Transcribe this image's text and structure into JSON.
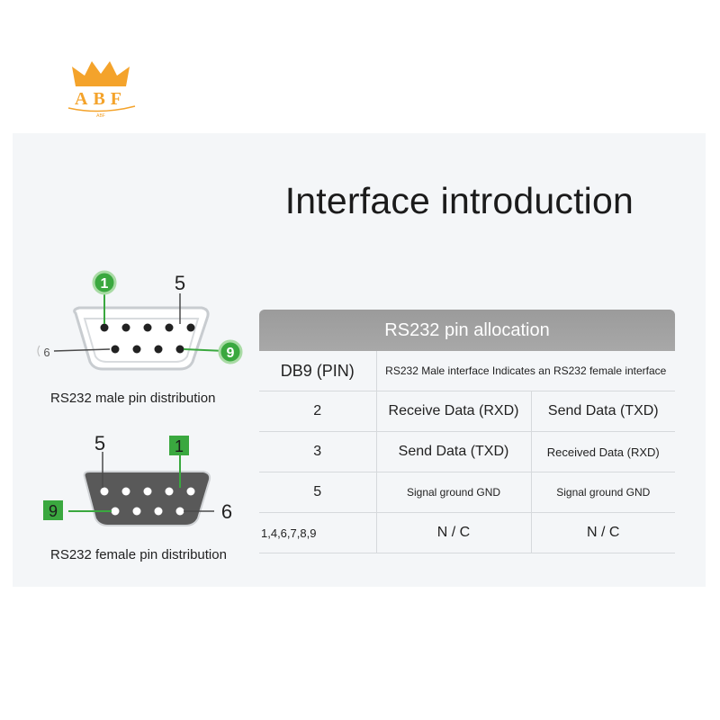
{
  "logo": {
    "text": "ABF",
    "tagline": "ABF",
    "accent": "#f4a32b"
  },
  "title": "Interface introduction",
  "male": {
    "caption": "RS232 male pin distribution",
    "labels": {
      "pin1": "1",
      "pin5": "5",
      "pin6": "6",
      "pin9": "9"
    }
  },
  "female": {
    "caption": "RS232 female pin distribution",
    "labels": {
      "pin1": "1",
      "pin5": "5",
      "pin6": "6",
      "pin9": "9"
    }
  },
  "table": {
    "header": "RS232 pin allocation",
    "rows": [
      {
        "pin": "DB9 (PIN)",
        "male": "RS232 Male interface Indicates an RS232 female interface",
        "female": ""
      },
      {
        "pin": "2",
        "male": "Receive Data (RXD)",
        "female": "Send Data (TXD)"
      },
      {
        "pin": "3",
        "male": "Send Data (TXD)",
        "female": "Received Data (RXD)"
      },
      {
        "pin": "5",
        "male": "Signal ground GND",
        "female": "Signal ground GND"
      },
      {
        "pin": "1,4,6,7,8,9",
        "male": "N / C",
        "female": "N / C"
      }
    ]
  },
  "colors": {
    "green": "#3aa83f",
    "grey_connector": "#595959",
    "line": "#4a4a4a",
    "header_bg": "#a0a0a0"
  }
}
